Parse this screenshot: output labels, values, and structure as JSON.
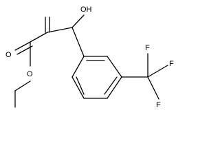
{
  "atom_labels": {
    "hydroxyl": "OH",
    "carbonyl_oxygen": "O",
    "ester_oxygen": "O",
    "fluorine_top": "F",
    "fluorine_right": "F",
    "fluorine_bottom": "F"
  },
  "colors": {
    "bond": "#000000",
    "background": "#ffffff"
  }
}
